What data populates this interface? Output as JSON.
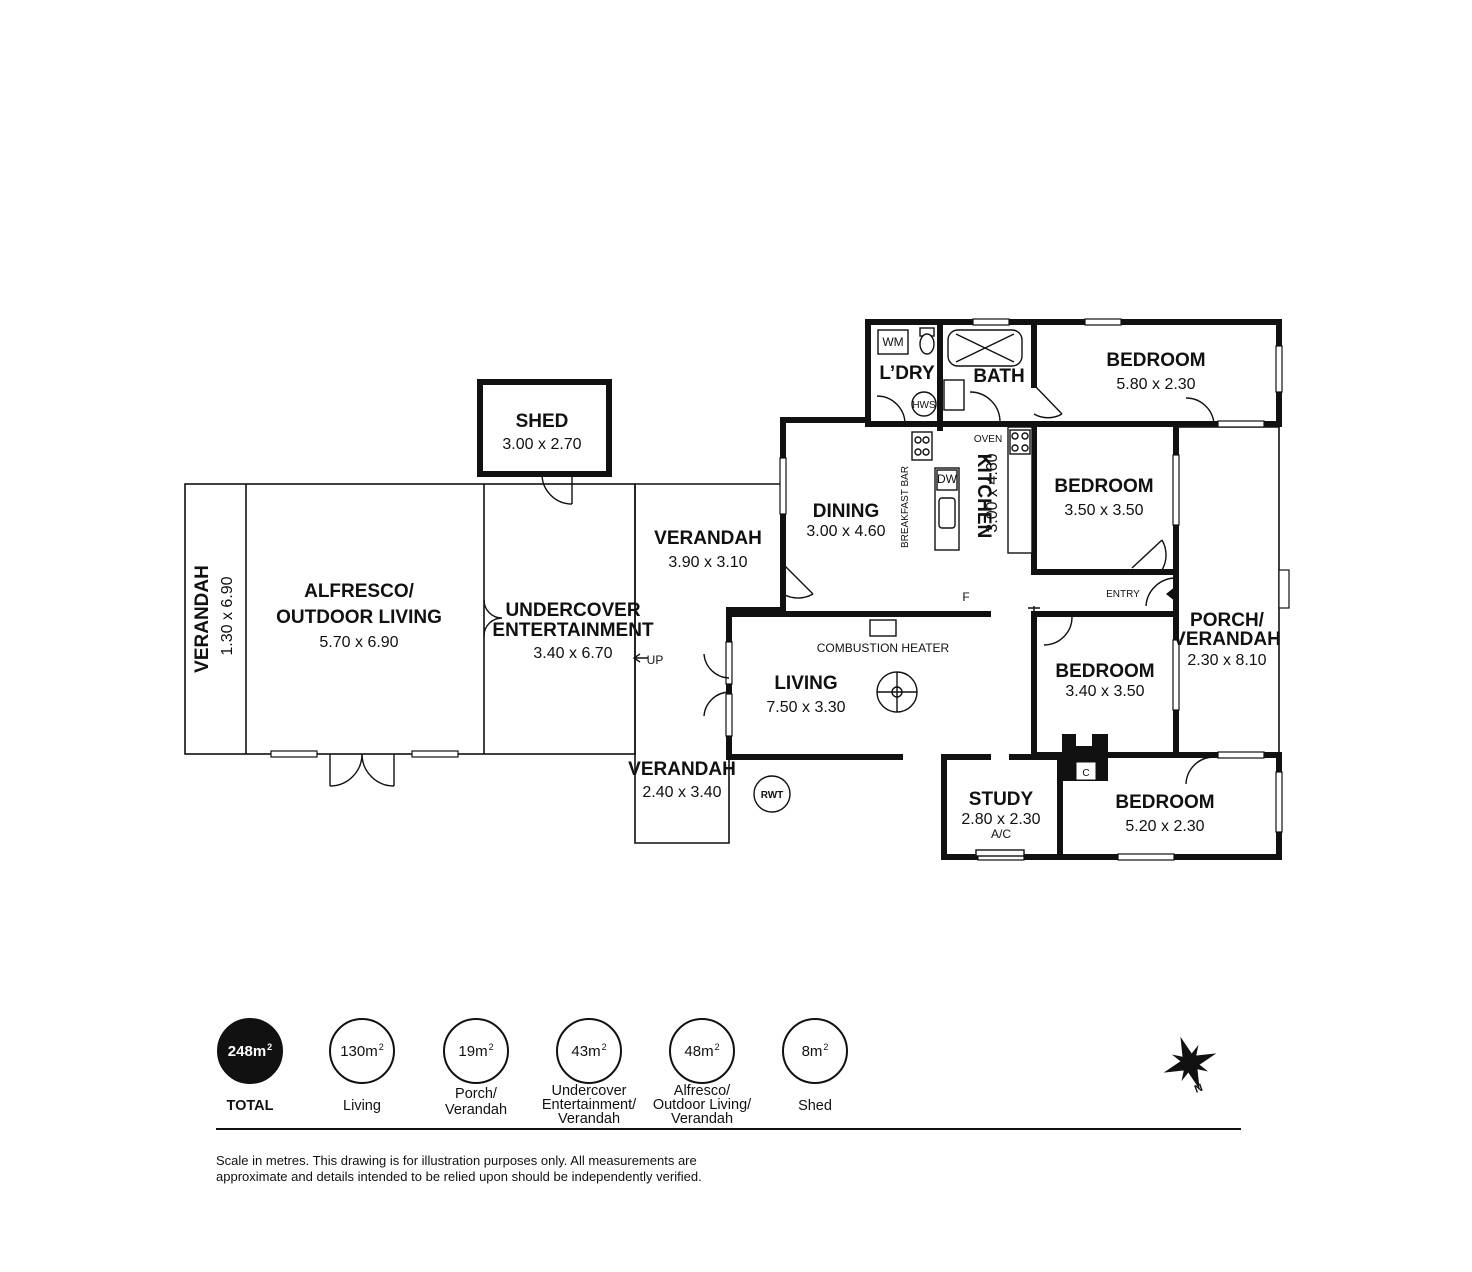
{
  "rooms": {
    "bedroom1": {
      "name": "BEDROOM",
      "dims": "5.80 x 2.30"
    },
    "bedroom2": {
      "name": "BEDROOM",
      "dims": "3.50 x 3.50"
    },
    "bedroom3": {
      "name": "BEDROOM",
      "dims": "3.40 x 3.50"
    },
    "bedroom4": {
      "name": "BEDROOM",
      "dims": "5.20 x 2.30"
    },
    "bath": {
      "name": "BATH"
    },
    "laundry": {
      "name": "L’DRY"
    },
    "kitchen": {
      "name": "KITCHEN",
      "dims": "3.00 x 4.60"
    },
    "dining": {
      "name": "DINING",
      "dims": "3.00 x 4.60"
    },
    "living": {
      "name": "LIVING",
      "dims": "7.50 x 3.30"
    },
    "study": {
      "name": "STUDY",
      "dims": "2.80 x 2.30"
    },
    "porch": {
      "name1": "PORCH/",
      "name2": "VERANDAH",
      "dims": "2.30 x 8.10"
    },
    "shed": {
      "name": "SHED",
      "dims": "3.00 x 2.70"
    },
    "verandah_side": {
      "name": "VERANDAH",
      "dims": "1.30 x 6.90"
    },
    "alfresco": {
      "name1": "ALFRESCO/",
      "name2": "OUTDOOR LIVING",
      "dims": "5.70 x 6.90"
    },
    "undercover": {
      "name1": "UNDERCOVER",
      "name2": "ENTERTAINMENT",
      "dims": "3.40 x 6.70"
    },
    "verandah_mid": {
      "name": "VERANDAH",
      "dims": "3.90 x 3.10"
    },
    "verandah_low": {
      "name": "VERANDAH",
      "dims": "2.40 x 3.40"
    }
  },
  "labels": {
    "wm": "WM",
    "hws": "HWS",
    "dw": "DW",
    "oven": "OVEN",
    "breakfast_bar": "BREAKFAST BAR",
    "combustion_heater": "COMBUSTION HEATER",
    "f": "F",
    "entry": "ENTRY",
    "up": "UP",
    "rwt": "RWT",
    "c": "C",
    "ac": "A/C"
  },
  "areas": [
    {
      "value": "248m",
      "unit": "2",
      "label1": "TOTAL",
      "label2": "",
      "label3": ""
    },
    {
      "value": "130m",
      "unit": "2",
      "label1": "Living",
      "label2": "",
      "label3": ""
    },
    {
      "value": "19m",
      "unit": "2",
      "label1": "Porch/",
      "label2": "Verandah",
      "label3": ""
    },
    {
      "value": "43m",
      "unit": "2",
      "label1": "Undercover",
      "label2": "Entertainment/",
      "label3": "Verandah"
    },
    {
      "value": "48m",
      "unit": "2",
      "label1": "Alfresco/",
      "label2": "Outdoor Living/",
      "label3": "Verandah"
    },
    {
      "value": "8m",
      "unit": "2",
      "label1": "Shed",
      "label2": "",
      "label3": ""
    }
  ],
  "compass": {
    "letter": "N",
    "icon": "north-compass-icon"
  },
  "disclaimer": {
    "line1": "Scale in metres. This drawing is for illustration purposes only. All measurements are",
    "line2": "approximate and details intended to be relied upon should be independently verified."
  }
}
